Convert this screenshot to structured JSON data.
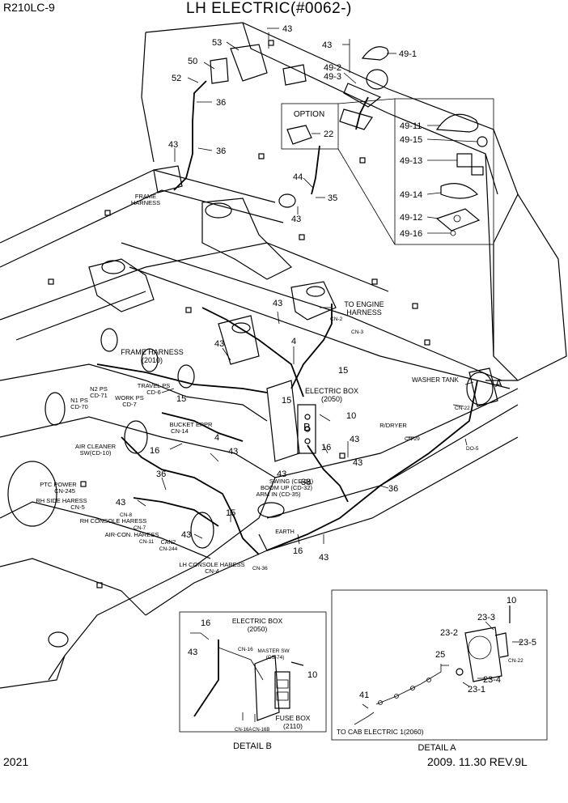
{
  "header": {
    "model": "R210LC-9",
    "title": "LH ELECTRIC(#0062-)"
  },
  "footer": {
    "page": "2021",
    "revision": "2009. 11.30 REV.9L"
  },
  "callouts": {
    "c43a": "43",
    "c53": "53",
    "c50": "50",
    "c52": "52",
    "c36a": "36",
    "c36b": "36",
    "c43b": "43",
    "c43c": "43",
    "c49_1": "49-1",
    "c49_2": "49-2",
    "c49_3": "49-3",
    "c22": "22",
    "c44": "44",
    "c35": "35",
    "c43d": "43",
    "c49_11": "49-11",
    "c49_15": "49-15",
    "c49_13": "49-13",
    "c49_14": "49-14",
    "c49_12": "49-12",
    "c49_16": "49-16",
    "c43e": "43",
    "c4a": "4",
    "c43f": "43",
    "c15a": "15",
    "c15b": "15",
    "c15c": "15",
    "c4b": "4",
    "c16a": "16",
    "c43g": "43",
    "c36c": "36",
    "c43h": "43",
    "c10a": "10",
    "c16b": "16",
    "c43i": "43",
    "c43j": "43",
    "c38": "38",
    "c36d": "36",
    "c43k": "43",
    "c15d": "15",
    "c43l": "43",
    "c16c": "16",
    "c43m": "43",
    "cA": "A",
    "cB": "B"
  },
  "labels": {
    "option": "OPTION",
    "frame_harness_top": "FRAME",
    "frame_harness_top2": "HARNESS",
    "to_engine": "TO ENGINE",
    "to_engine2": "HARNESS",
    "frame_harness_main": "FRAME HARNESS",
    "frame_harness_code": "(2010)",
    "travel_ps": "TRAVEL PS",
    "travel_ps_code": "CD-6",
    "n2_ps": "N2 PS",
    "n2_ps_code": "CD-71",
    "n1_ps": "N1 PS",
    "n1_ps_code": "CD-70",
    "work_ps": "WORK PS",
    "work_ps_code": "CD-7",
    "bucket_eppr": "BUCKET EPPR",
    "bucket_eppr_code": "CN-14",
    "electric_box": "ELECTRIC BOX",
    "electric_box_code": "(2050)",
    "washer_tank": "WASHER TANK",
    "r_dryer": "R/DRYER",
    "cn29": "CN-29",
    "cn22": "CN-22",
    "do5": "DO-5",
    "cn2": "CN-2",
    "cn3": "CN-3",
    "air_cleaner": "AIR CLEANER",
    "air_cleaner_code": "SW(CD-10)",
    "ptc_power": "PTC POWER",
    "ptc_power_code": "CN-245",
    "rh_side": "RH SIDE HARESS",
    "rh_side_code": "CN-5",
    "cn8": "CN-8",
    "rh_console": "RH CONSOLE HARESS",
    "cn7": "CN-7",
    "air_con": "AIR-CON. HARESS",
    "cn11": "CN-11",
    "can2": "CAN2",
    "cn244": "CN-244",
    "swing": "SWING (CD-24)",
    "boom_up": "BOOM UP (CD-32)",
    "arm_in": "ARM IN (CD-35)",
    "earth": "EARTH",
    "lh_console": "LH CONSOLE HARESS",
    "lh_console_code": "CN-4",
    "cn36": "CN-36"
  },
  "detail_b": {
    "caption": "DETAIL B",
    "c16": "16",
    "c43": "43",
    "c10": "10",
    "electric_box": "ELECTRIC BOX",
    "electric_box_code": "(2050)",
    "cn16": "CN-16",
    "master_sw": "MASTER SW",
    "master_sw_code": "(CS-74)",
    "fuse_box": "FUSE BOX",
    "fuse_box_code": "(2110)",
    "cn16a": "CN-16A",
    "cn16b": "CN-16B"
  },
  "detail_a": {
    "caption": "DETAIL A",
    "c10": "10",
    "c23_3": "23-3",
    "c23_2": "23-2",
    "c23_5": "23-5",
    "c25": "25",
    "c23_4": "23-4",
    "c23_1": "23-1",
    "c41": "41",
    "cn22": "CN-22",
    "to_cab": "TO CAB ELECTRIC 1(2060)"
  }
}
